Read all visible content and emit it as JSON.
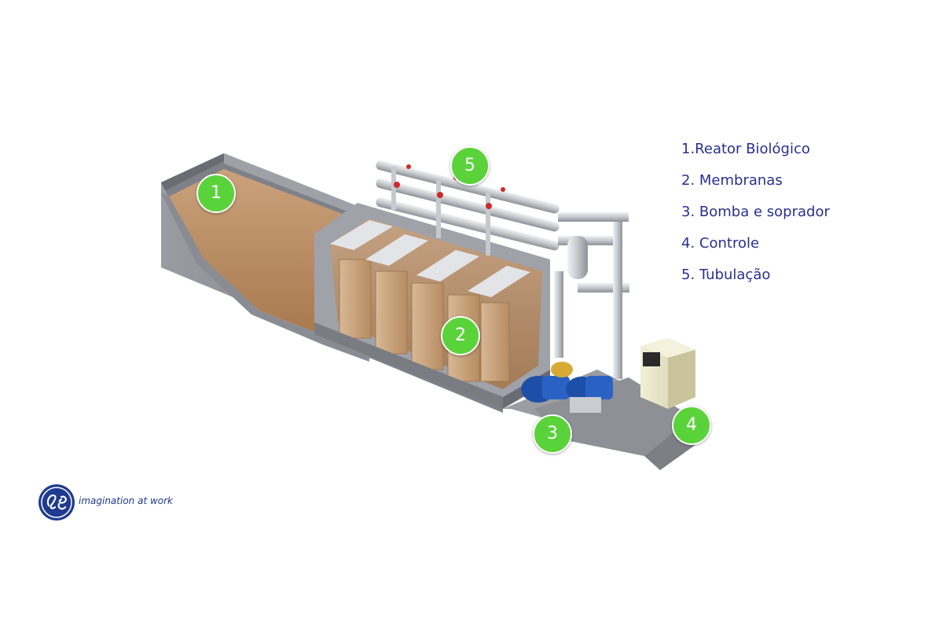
{
  "markers": [
    {
      "number": "1",
      "name": "Reator Biológico"
    },
    {
      "number": "2",
      "name": "Membranas"
    },
    {
      "number": "3",
      "name": "Bomba e soprador"
    },
    {
      "number": "4",
      "name": "Controle"
    },
    {
      "number": "5",
      "name": "Tubulação"
    }
  ],
  "legend": [
    "1.Reator Biológico",
    "2. Membranas",
    "3. Bomba e soprador",
    "4. Controle",
    "5. Tubulação"
  ],
  "logo": {
    "brand": "GE",
    "tagline": "imagination at work"
  },
  "colors": {
    "marker": "#5ad33a",
    "legend_text": "#2a2f8f",
    "sludge": "#b8865a",
    "concrete": "#8d8f96",
    "pipe": "#c9ccd1",
    "pump": "#1e4fa8",
    "control_panel": "#e9e6c8"
  }
}
